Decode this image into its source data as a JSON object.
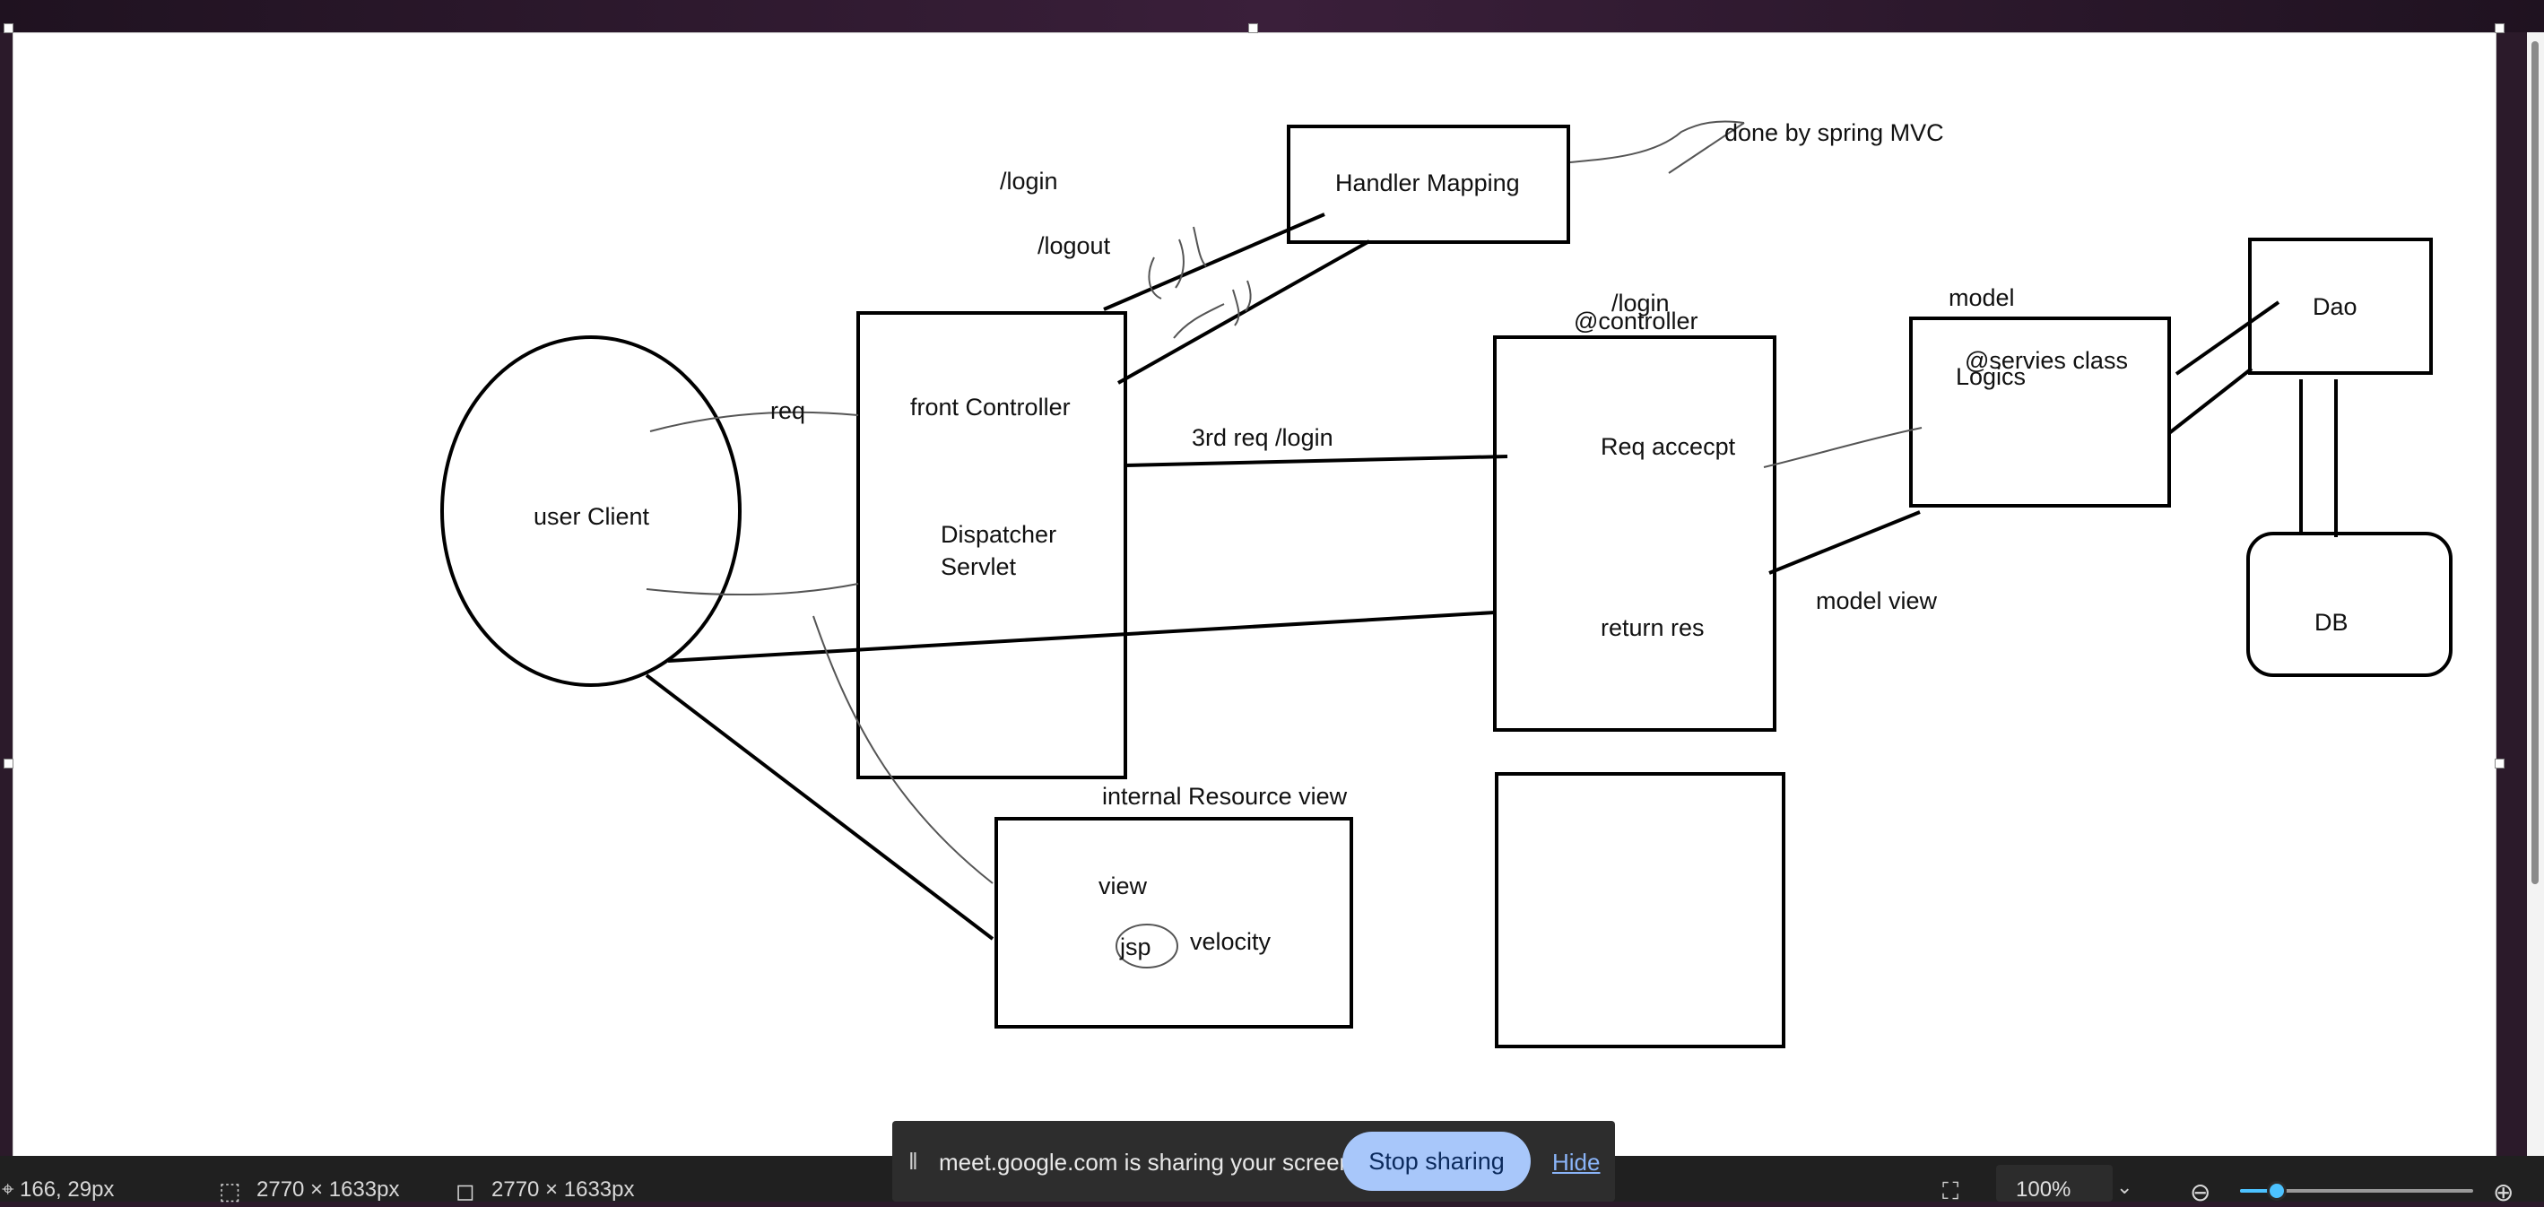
{
  "diagram": {
    "labels": {
      "user_client": "user Client",
      "req": "req",
      "front_controller": "front Controller",
      "dispatcher": "Dispatcher",
      "servlet": "Servlet",
      "login_path": "/login",
      "logout_path": "/logout",
      "handler_mapping": "Handler Mapping",
      "done_by": "done by spring MVC",
      "third_req": "3rd req /login",
      "controller_login": "/login",
      "controller_annotation": "@controller",
      "req_accept": "Req accecpt",
      "return_res": "return res",
      "model": "model",
      "services_class": "@servies class",
      "logics": "Logics",
      "model_view": "model view",
      "dao": "Dao",
      "db": "DB",
      "internal_resource_view": "internal Resource view",
      "view": "view",
      "jsp": "jsp",
      "velocity": "velocity"
    }
  },
  "statusbar": {
    "cursor_position": "166, 29px",
    "selection_size": "2770 × 1633px",
    "canvas_size": "2770 × 1633px",
    "zoom": "100%"
  },
  "share_banner": {
    "message": "meet.google.com is sharing your screen.",
    "stop_label": "Stop sharing",
    "hide_label": "Hide"
  }
}
